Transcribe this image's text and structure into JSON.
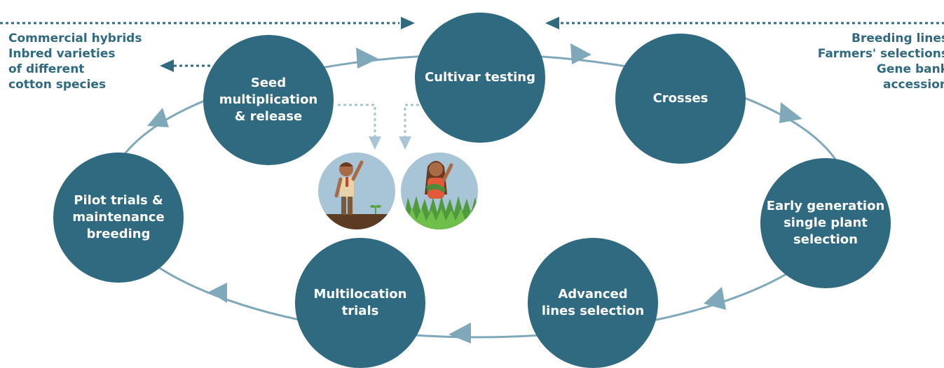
{
  "colors": {
    "node": "#2f6a80",
    "cycle_line": "#7fa9bb",
    "cycle_arrow": "#7fa9bb",
    "dotted_arrow": "#2f6a80",
    "feedback_arrow": "#a9c6d4",
    "sky": "#a8c5d8",
    "soil": "#5b3b22",
    "grass": "#4f9a3a"
  },
  "nodes": {
    "cultivar_testing": "Cultivar testing",
    "crosses": "Crosses",
    "early_generation": "Early generation\nsingle plant\nselection",
    "advanced_lines": "Advanced\nlines selection",
    "multilocation": "Multilocation\ntrials",
    "pilot_trials": "Pilot trials &\nmaintenance\nbreeding",
    "seed_multiplication": "Seed\nmultiplication\n& release"
  },
  "inputs": {
    "items": [
      "Breeding lines",
      "Farmers' selections",
      "Gene bank",
      "accession"
    ]
  },
  "outputs": {
    "items": [
      "Commercial hybrids",
      "Inbred varieties",
      "of different",
      "cotton species"
    ]
  },
  "icons": {
    "farmer_male": "male-farmer-illustration",
    "farmer_female": "female-farmer-illustration"
  }
}
